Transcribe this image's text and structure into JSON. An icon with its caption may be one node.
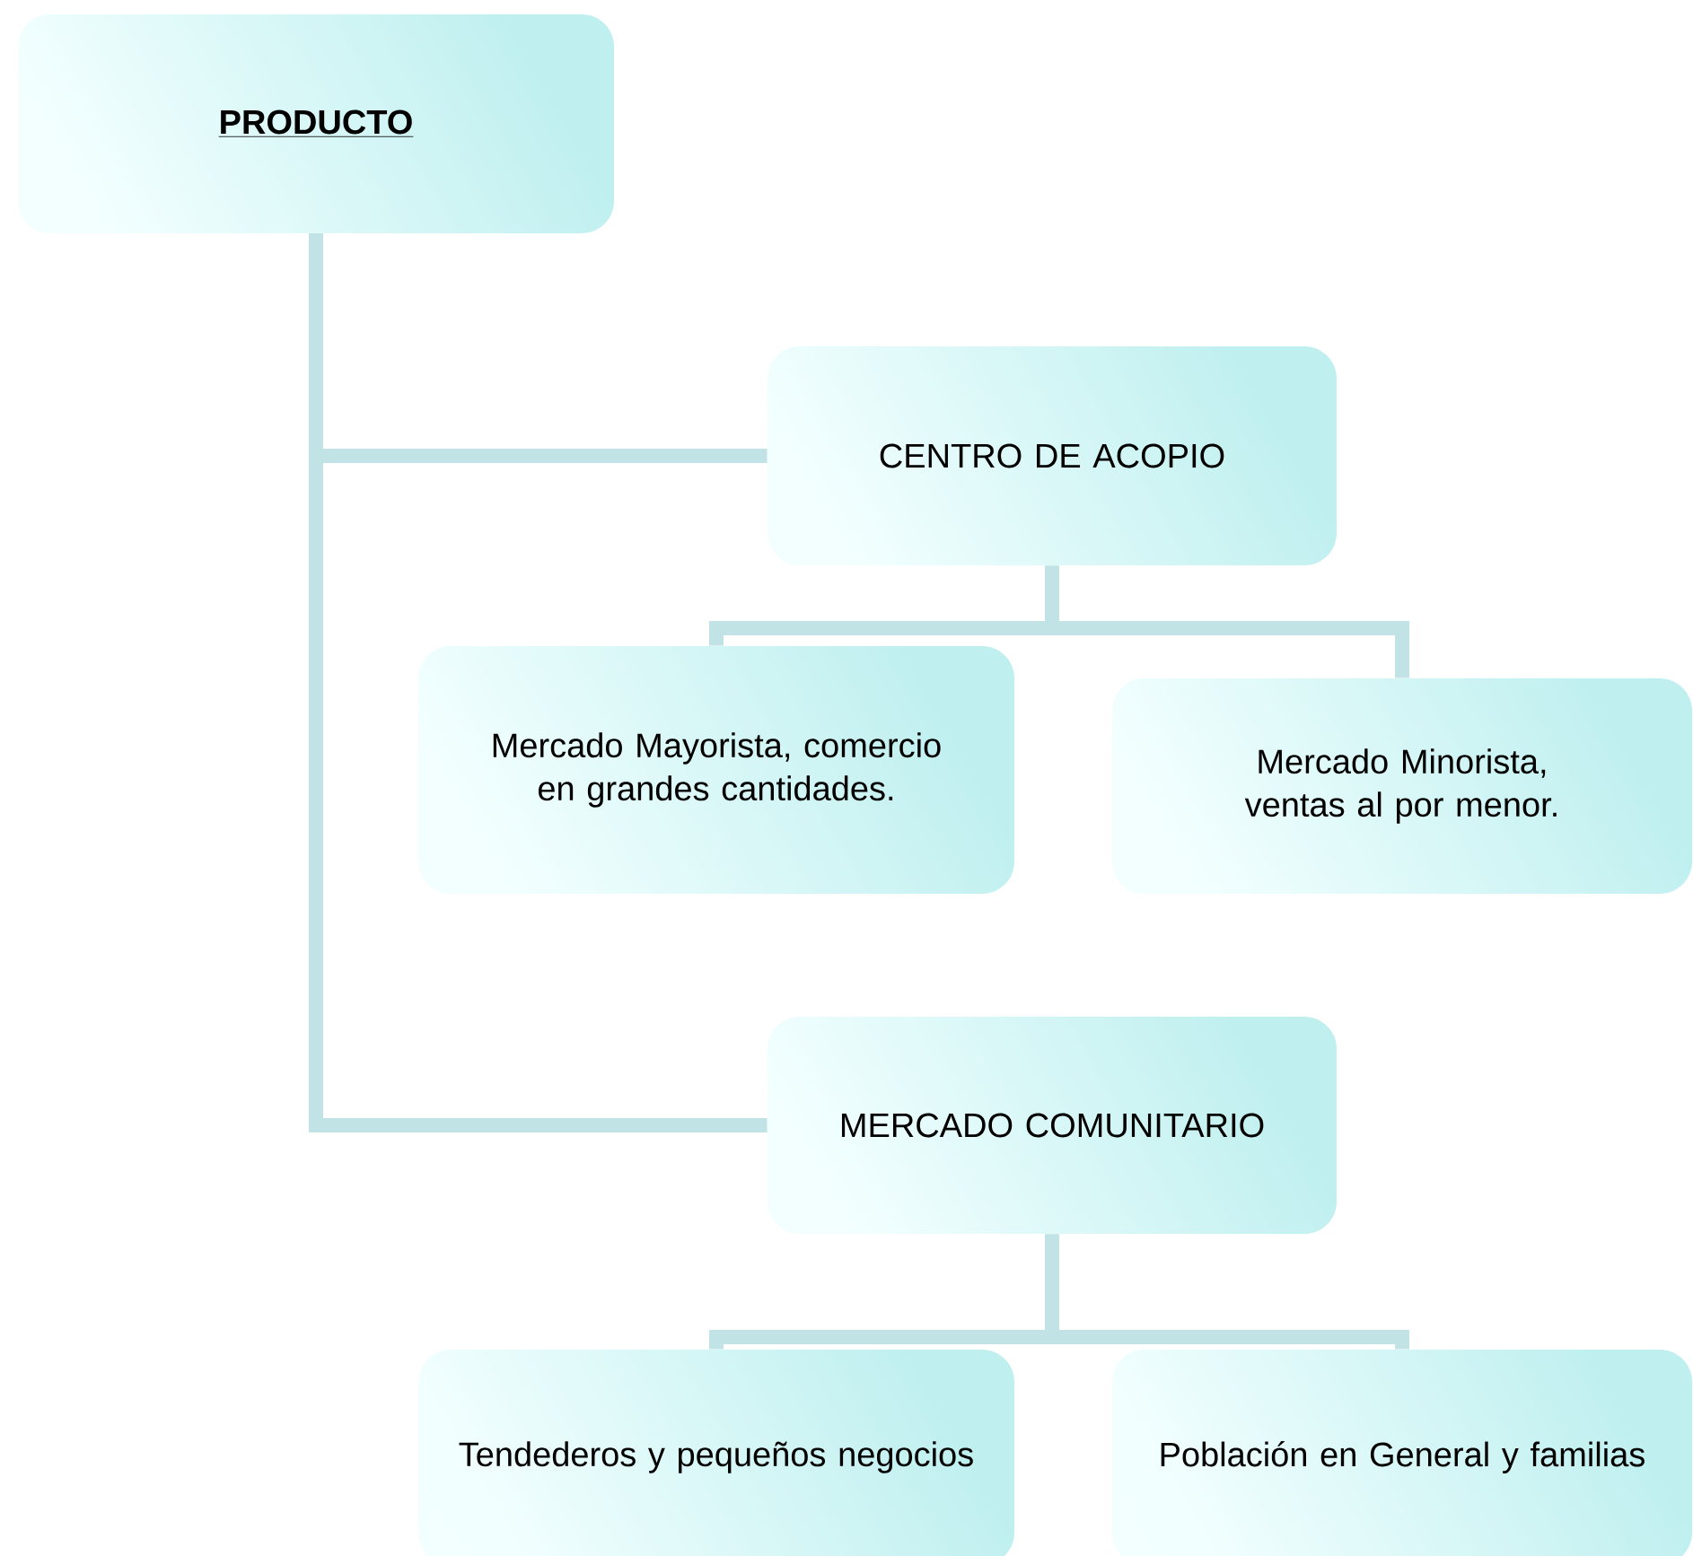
{
  "diagram": {
    "nodes": [
      {
        "text": [
          "PRODUCTO"
        ]
      },
      {
        "text": [
          "CENTRO DE ACOPIO"
        ]
      },
      {
        "text": [
          "Mercado Mayorista, comercio en grandes cantidades."
        ]
      },
      {
        "text": [
          "Mercado Minorista, ventas al por menor."
        ]
      },
      {
        "text": [
          "MERCADO COMUNITARIO"
        ]
      },
      {
        "text": [
          "Tendederos y pequeños negocios"
        ]
      },
      {
        "text": [
          "Población en General y familias"
        ]
      }
    ],
    "edges": [
      {
        "from": 0,
        "to": 1,
        "arrow": "none"
      },
      {
        "from": 0,
        "to": 4,
        "arrow": "none"
      },
      {
        "from": 1,
        "to": 2,
        "arrow": "none"
      },
      {
        "from": 1,
        "to": 3,
        "arrow": "none"
      },
      {
        "from": 4,
        "to": 5,
        "arrow": "none"
      },
      {
        "from": 4,
        "to": 6,
        "arrow": "none"
      }
    ]
  }
}
